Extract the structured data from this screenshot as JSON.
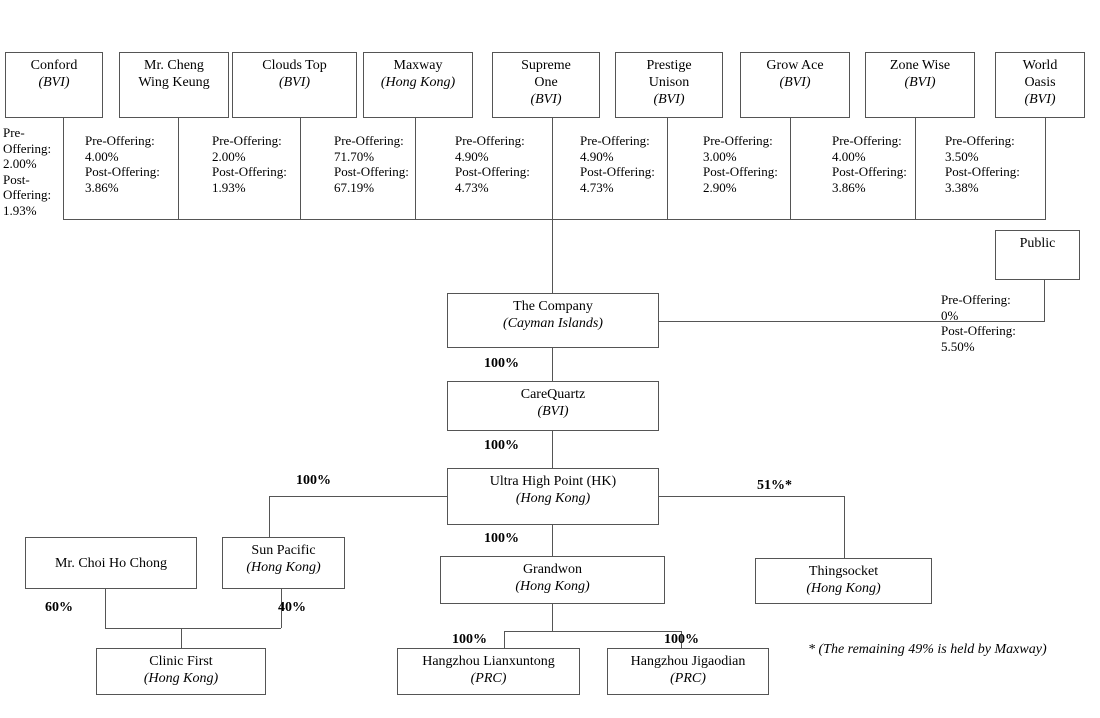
{
  "diagram": {
    "title": "Corporate shareholding structure chart",
    "footnote": "* (The remaining 49% is held by Maxway)"
  },
  "shareholders": [
    {
      "name": "Conford",
      "jurisdiction": "(BVI)",
      "pre_label": "Pre-Offering:",
      "pre_value": "2.00%",
      "post_label": "Post-Offering:",
      "post_value": "1.93%",
      "note_text": "Pre-\nOffering:\n2.00%\nPost-\nOffering:\n1.93%"
    },
    {
      "name": "Mr. Cheng\nWing Keung",
      "jurisdiction": "",
      "pre_label": "Pre-Offering:",
      "pre_value": "4.00%",
      "post_label": "Post-Offering:",
      "post_value": "3.86%",
      "note_text": "Pre-Offering:\n4.00%\nPost-Offering:\n3.86%"
    },
    {
      "name": "Clouds Top",
      "jurisdiction": "(BVI)",
      "pre_label": "Pre-Offering:",
      "pre_value": "2.00%",
      "post_label": "Post-Offering:",
      "post_value": "1.93%",
      "note_text": "Pre-Offering:\n2.00%\nPost-Offering:\n1.93%"
    },
    {
      "name": "Maxway",
      "jurisdiction": "(Hong Kong)",
      "pre_label": "Pre-Offering:",
      "pre_value": "71.70%",
      "post_label": "Post-Offering:",
      "post_value": "67.19%",
      "note_text": "Pre-Offering:\n71.70%\nPost-Offering:\n67.19%"
    },
    {
      "name": "Supreme\nOne",
      "jurisdiction": "(BVI)",
      "pre_label": "Pre-Offering:",
      "pre_value": "4.90%",
      "post_label": "Post-Offering:",
      "post_value": "4.73%",
      "note_text": "Pre-Offering:\n4.90%\nPost-Offering:\n4.73%"
    },
    {
      "name": "Prestige\nUnison",
      "jurisdiction": "(BVI)",
      "pre_label": "Pre-Offering:",
      "pre_value": "4.90%",
      "post_label": "Post-Offering:",
      "post_value": "4.73%",
      "note_text": "Pre-Offering:\n4.90%\nPost-Offering:\n4.73%"
    },
    {
      "name": "Grow Ace",
      "jurisdiction": "(BVI)",
      "pre_label": "Pre-Offering:",
      "pre_value": "3.00%",
      "post_label": "Post-Offering:",
      "post_value": "2.90%",
      "note_text": "Pre-Offering:\n3.00%\nPost-Offering:\n2.90%"
    },
    {
      "name": "Zone Wise",
      "jurisdiction": "(BVI)",
      "pre_label": "Pre-Offering:",
      "pre_value": "4.00%",
      "post_label": "Post-Offering:",
      "post_value": "3.86%",
      "note_text": "Pre-Offering:\n4.00%\nPost-Offering:\n3.86%"
    },
    {
      "name": "World\nOasis",
      "jurisdiction": "(BVI)",
      "pre_label": "Pre-Offering:",
      "pre_value": "3.50%",
      "post_label": "Post-Offering:",
      "post_value": "3.38%",
      "note_text": "Pre-Offering:\n3.50%\nPost-Offering:\n3.38%"
    }
  ],
  "public": {
    "name": "Public",
    "jurisdiction": "",
    "note_text": "Pre-Offering:\n0%\nPost-Offering:\n5.50%",
    "pre_label": "Pre-Offering:",
    "pre_value": "0%",
    "post_label": "Post-Offering:",
    "post_value": "5.50%"
  },
  "entities": {
    "company": {
      "name": "The Company",
      "jurisdiction": "(Cayman Islands)"
    },
    "carequartz": {
      "name": "CareQuartz",
      "jurisdiction": "(BVI)"
    },
    "ultra_high_point": {
      "name": "Ultra High Point (HK)",
      "jurisdiction": "(Hong Kong)"
    },
    "sun_pacific": {
      "name": "Sun Pacific",
      "jurisdiction": "(Hong Kong)"
    },
    "mr_choi": {
      "name": "Mr. Choi Ho Chong",
      "jurisdiction": ""
    },
    "clinic_first": {
      "name": "Clinic First",
      "jurisdiction": "(Hong Kong)"
    },
    "grandwon": {
      "name": "Grandwon",
      "jurisdiction": "(Hong Kong)"
    },
    "thingsocket": {
      "name": "Thingsocket",
      "jurisdiction": "(Hong Kong)"
    },
    "hangzhou_lianxuntong": {
      "name": "Hangzhou Lianxuntong",
      "jurisdiction": "(PRC)"
    },
    "hangzhou_jigaodian": {
      "name": "Hangzhou Jigaodian",
      "jurisdiction": "(PRC)"
    }
  },
  "percentages": {
    "company_to_carequartz": "100%",
    "carequartz_to_uhp": "100%",
    "uhp_to_sun_pacific": "100%",
    "uhp_to_grandwon": "100%",
    "uhp_to_thingsocket": "51%*",
    "choi_to_clinic_first": "60%",
    "sun_pacific_to_clinic_first": "40%",
    "grandwon_to_lianxuntong": "100%",
    "grandwon_to_jigaodian": "100%"
  }
}
